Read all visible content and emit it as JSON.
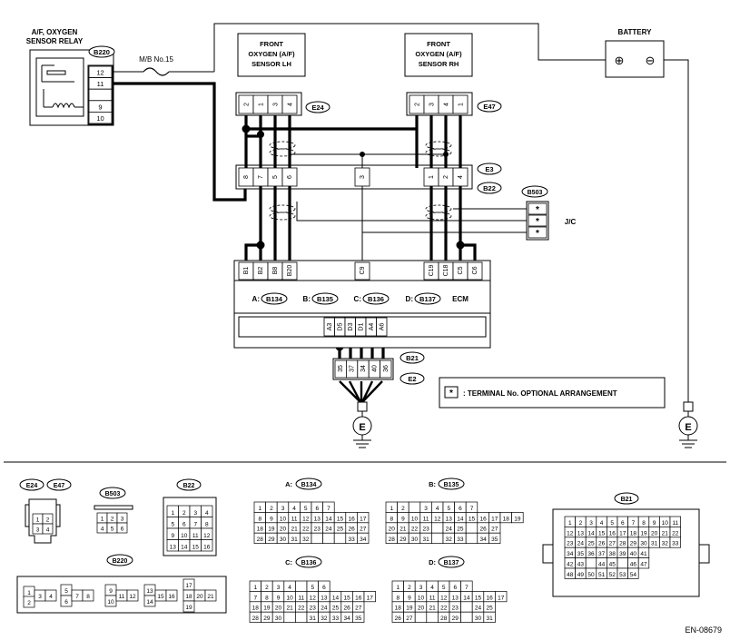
{
  "relay": {
    "title1": "A/F, OXYGEN",
    "title2": "SENSOR RELAY",
    "connector": "B220",
    "pins": [
      "12",
      "11",
      "",
      "9",
      "10"
    ]
  },
  "fuse": {
    "label": "M/B No.15"
  },
  "battery": {
    "label": "BATTERY",
    "plus": "⊕",
    "minus": "⊖"
  },
  "sensor_lh": {
    "line1": "FRONT",
    "line2": "OXYGEN (A/F)",
    "line3": "SENSOR LH",
    "connector": "E24",
    "pins": [
      "2",
      "1",
      "3",
      "4"
    ]
  },
  "sensor_rh": {
    "line1": "FRONT",
    "line2": "OXYGEN (A/F)",
    "line3": "SENSOR RH",
    "connector": "E47",
    "pins": [
      "2",
      "3",
      "4",
      "1"
    ]
  },
  "mid_connector": {
    "top": "E3",
    "bottom": "B22",
    "pins": [
      "8",
      "7",
      "5",
      "6",
      "3",
      "1",
      "2",
      "4"
    ]
  },
  "jc": {
    "connector": "B503",
    "label": "J/C",
    "marks": [
      "*",
      "*",
      "*"
    ]
  },
  "ecm": {
    "label": "ECM",
    "top_pins": [
      "B1",
      "B2",
      "B8",
      "B20",
      "C9",
      "C19",
      "C18",
      "C5",
      "C6"
    ],
    "connectors": [
      {
        "prefix": "A:",
        "name": "B134"
      },
      {
        "prefix": "B:",
        "name": "B135"
      },
      {
        "prefix": "C:",
        "name": "B136"
      },
      {
        "prefix": "D:",
        "name": "B137"
      }
    ],
    "bottom_pins": [
      "A3",
      "D5",
      "D3",
      "D1",
      "A4",
      "A6"
    ]
  },
  "ground_connector": {
    "top": "B21",
    "bottom": "E2",
    "pins": [
      "35",
      "37",
      "34",
      "40",
      "36"
    ]
  },
  "ground_symbol": "E",
  "legend": {
    "mark": "*",
    "text": ": TERMINAL No. OPTIONAL ARRANGEMENT"
  },
  "views": {
    "e24": "E24",
    "e47": "E47",
    "e24_rows": [
      [
        "1",
        "2"
      ],
      [
        "3",
        "4"
      ]
    ],
    "b503": "B503",
    "b503_rows": [
      [
        "1",
        "2",
        "3"
      ],
      [
        "4",
        "5",
        "6"
      ]
    ],
    "b22": "B22",
    "b22_rows": [
      [
        "1",
        "2",
        "3",
        "4"
      ],
      [
        "5",
        "6",
        "7",
        "8"
      ],
      [
        "9",
        "10",
        "11",
        "12"
      ],
      [
        "13",
        "14",
        "15",
        "16"
      ]
    ],
    "b220": "B220",
    "b220_cells": [
      "1",
      "2",
      "3",
      "4",
      "5",
      "6",
      "7",
      "8",
      "9",
      "10",
      "11",
      "12",
      "13",
      "14",
      "15",
      "16",
      "17",
      "18",
      "19",
      "20",
      "21"
    ],
    "b134_prefix": "A:",
    "b134": "B134",
    "b134_rows": [
      [
        "1",
        "2",
        "3",
        "4",
        "5",
        "6",
        "7"
      ],
      [
        "8",
        "9",
        "10",
        "11",
        "12",
        "13",
        "14",
        "15",
        "16",
        "17"
      ],
      [
        "18",
        "19",
        "20",
        "21",
        "22",
        "23",
        "24",
        "25",
        "26",
        "27"
      ],
      [
        "28",
        "29",
        "30",
        "31",
        "32",
        "",
        "",
        "",
        "33",
        "34"
      ]
    ],
    "b135_prefix": "B:",
    "b135": "B135",
    "b135_rows": [
      [
        "1",
        "2",
        "",
        "3",
        "4",
        "5",
        "6",
        "7"
      ],
      [
        "8",
        "9",
        "10",
        "11",
        "12",
        "13",
        "14",
        "15",
        "16",
        "17",
        "18",
        "19"
      ],
      [
        "20",
        "21",
        "22",
        "23",
        "",
        "24",
        "25",
        "",
        "26",
        "27"
      ],
      [
        "28",
        "29",
        "30",
        "31",
        "",
        "32",
        "33",
        "",
        "34",
        "35"
      ]
    ],
    "b136_prefix": "C:",
    "b136": "B136",
    "b136_rows": [
      [
        "1",
        "2",
        "3",
        "4",
        "",
        "5",
        "6"
      ],
      [
        "7",
        "8",
        "9",
        "10",
        "11",
        "12",
        "13",
        "14",
        "15",
        "16",
        "17"
      ],
      [
        "18",
        "19",
        "20",
        "21",
        "22",
        "23",
        "24",
        "25",
        "26",
        "27"
      ],
      [
        "28",
        "29",
        "30",
        "",
        "",
        "31",
        "32",
        "33",
        "34",
        "35"
      ]
    ],
    "b137_prefix": "D:",
    "b137": "B137",
    "b137_rows": [
      [
        "1",
        "2",
        "3",
        "4",
        "5",
        "6",
        "7"
      ],
      [
        "8",
        "9",
        "10",
        "11",
        "12",
        "13",
        "14",
        "15",
        "16",
        "17"
      ],
      [
        "18",
        "19",
        "20",
        "21",
        "22",
        "23",
        "",
        "24",
        "25"
      ],
      [
        "26",
        "27",
        "",
        "",
        "28",
        "29",
        "",
        "30",
        "31"
      ]
    ],
    "b21": "B21",
    "b21_rows": [
      [
        "1",
        "2",
        "3",
        "4",
        "5",
        "6",
        "7",
        "8",
        "9",
        "10",
        "11"
      ],
      [
        "12",
        "13",
        "14",
        "15",
        "16",
        "17",
        "18",
        "19",
        "20",
        "21",
        "22"
      ],
      [
        "23",
        "24",
        "25",
        "26",
        "27",
        "28",
        "29",
        "30",
        "31",
        "32",
        "33"
      ],
      [
        "34",
        "35",
        "36",
        "37",
        "38",
        "39",
        "40",
        "41"
      ],
      [
        "42",
        "43",
        "",
        "44",
        "45",
        "",
        "46",
        "47"
      ],
      [
        "48",
        "49",
        "50",
        "51",
        "52",
        "53",
        "54"
      ]
    ]
  },
  "figure_code": "EN-08679"
}
